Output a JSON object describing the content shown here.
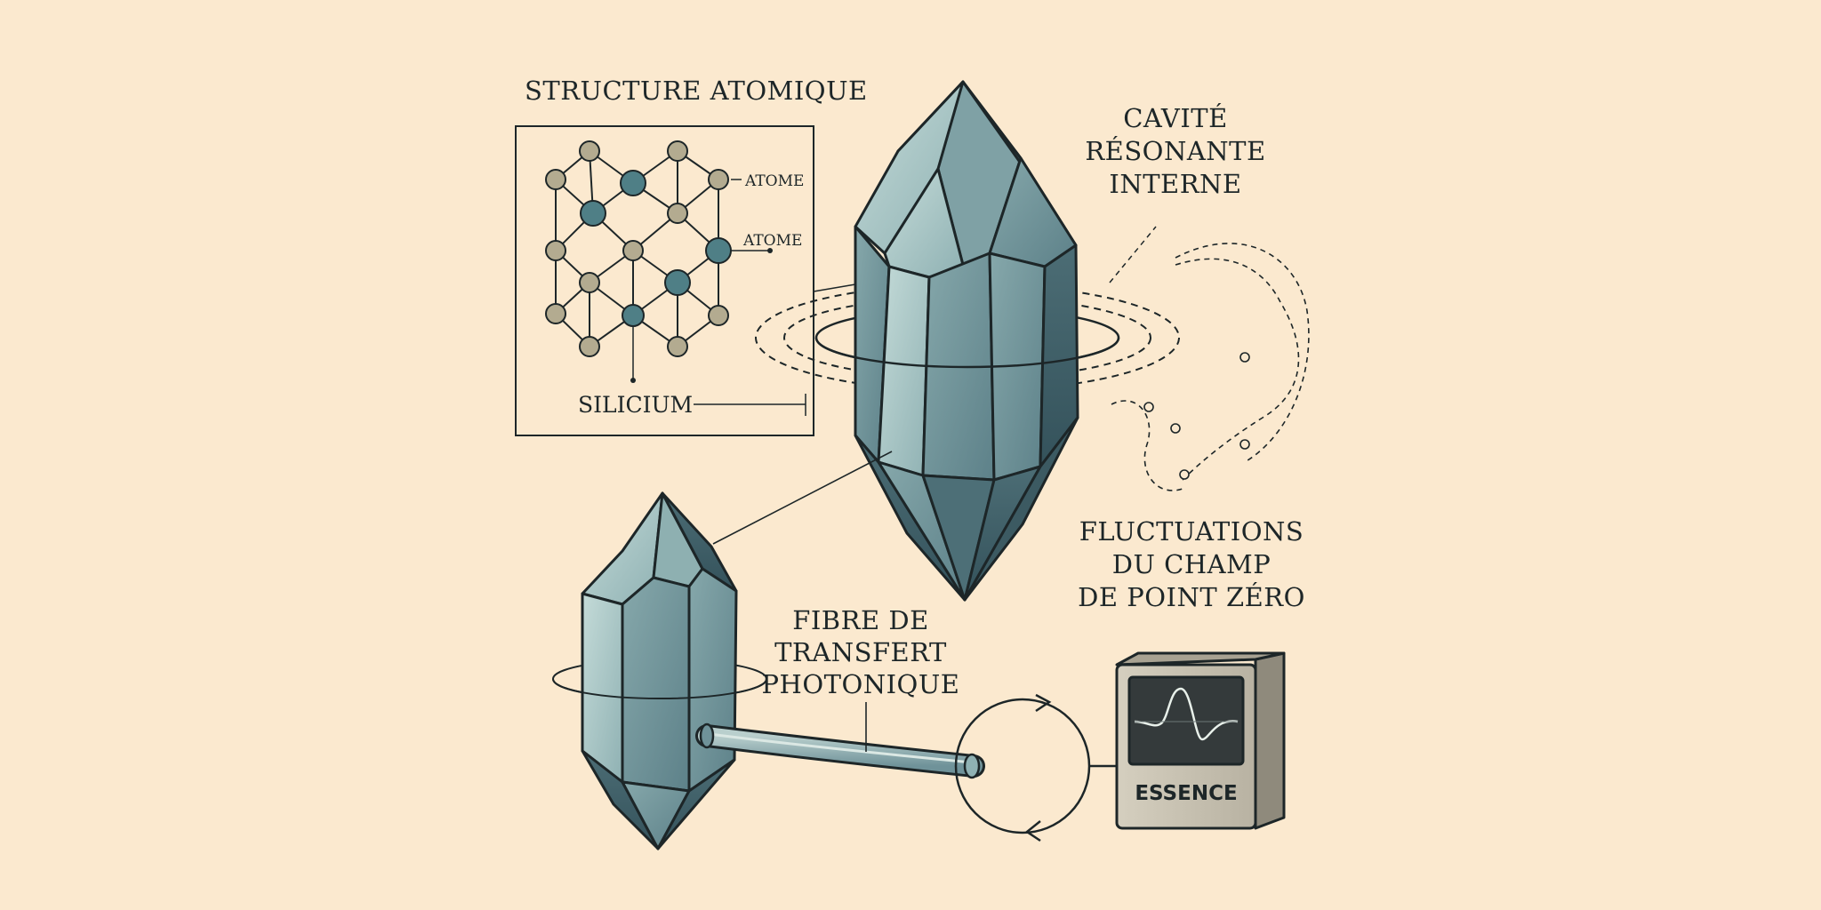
{
  "labels": {
    "structure_title": "STRUCTURE ATOMIQUE",
    "atome_1": "ATOME",
    "atome_2": "ATOME",
    "silicium": "SILICIUM",
    "cavite_line1": "CAVITÉ",
    "cavite_line2": "RÉSONANTE",
    "cavite_line3": "INTERNE",
    "fluct_line1": "FLUCTUATIONS",
    "fluct_line2": "DU CHAMP",
    "fluct_line3": "DE POINT ZÉRO",
    "fibre_line1": "FIBRE DE",
    "fibre_line2": "TRANSFERT",
    "fibre_line3": "PHOTONIQUE",
    "device_badge": "ESSENCE"
  },
  "colors": {
    "background": "#fbe9cf",
    "ink": "#1d2628",
    "crystal_light": "#a9c6c6",
    "crystal_mid": "#6f9299",
    "crystal_dark": "#3f5f68",
    "atom_tan": "#b3ab90",
    "atom_teal": "#4f7f86",
    "device_body": "#c9c3b3",
    "screen": "#343a3b",
    "wave": "#e8f0ea"
  }
}
